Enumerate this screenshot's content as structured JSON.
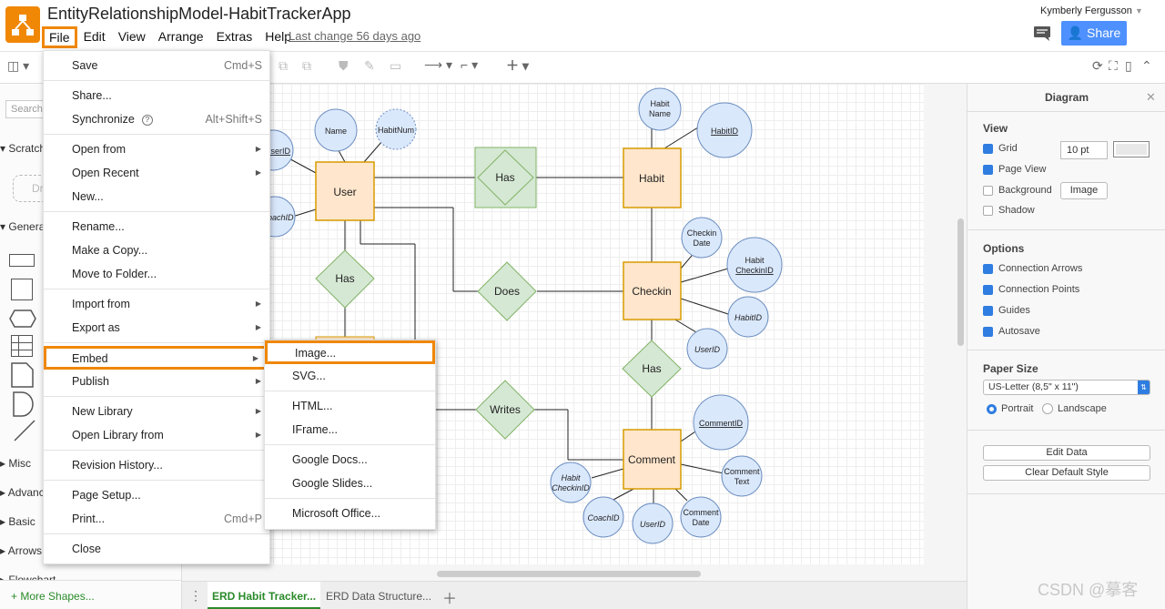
{
  "app": {
    "title": "EntityRelationshipModel-HabitTrackerApp",
    "last_change": "Last change 56 days ago",
    "user": "Kymberly Fergusson",
    "share": "Share"
  },
  "menubar": [
    "File",
    "Edit",
    "View",
    "Arrange",
    "Extras",
    "Help"
  ],
  "file_menu": [
    {
      "label": "Save",
      "shortcut": "Cmd+S"
    },
    {
      "sep": true
    },
    {
      "label": "Share..."
    },
    {
      "label": "Synchronize",
      "shortcut": "Alt+Shift+S",
      "help": "?"
    },
    {
      "sep": true
    },
    {
      "label": "Open from",
      "sub": true
    },
    {
      "label": "Open Recent",
      "sub": true
    },
    {
      "label": "New..."
    },
    {
      "sep": true
    },
    {
      "label": "Rename..."
    },
    {
      "label": "Make a Copy..."
    },
    {
      "label": "Move to Folder..."
    },
    {
      "sep": true
    },
    {
      "label": "Import from",
      "sub": true
    },
    {
      "label": "Export as",
      "sub": true
    },
    {
      "sep": true
    },
    {
      "label": "Embed",
      "sub": true,
      "active": true
    },
    {
      "label": "Publish",
      "sub": true
    },
    {
      "sep": true
    },
    {
      "label": "New Library",
      "sub": true
    },
    {
      "label": "Open Library from",
      "sub": true
    },
    {
      "sep": true
    },
    {
      "label": "Revision History..."
    },
    {
      "sep": true
    },
    {
      "label": "Page Setup..."
    },
    {
      "label": "Print...",
      "shortcut": "Cmd+P"
    },
    {
      "sep": true
    },
    {
      "label": "Close"
    }
  ],
  "embed_menu": [
    {
      "label": "Image...",
      "active": true
    },
    {
      "label": "SVG..."
    },
    {
      "sep": true
    },
    {
      "label": "HTML..."
    },
    {
      "label": "IFrame..."
    },
    {
      "sep": true
    },
    {
      "label": "Google Docs..."
    },
    {
      "label": "Google Slides..."
    },
    {
      "sep": true
    },
    {
      "label": "Microsoft Office..."
    }
  ],
  "sidebar": {
    "search_placeholder": "Search",
    "sections": [
      "Scratch",
      "General",
      "Misc",
      "Advanced",
      "Basic",
      "Arrows",
      "Flowchart"
    ],
    "more_shapes": "+ More Shapes...",
    "draft_button": "Drag"
  },
  "tabs": [
    "ERD Habit Tracker...",
    "ERD Data Structure..."
  ],
  "right_panel": {
    "title": "Diagram",
    "view": {
      "heading": "View",
      "grid": {
        "label": "Grid",
        "checked": true,
        "size": "10 pt"
      },
      "page_view": {
        "label": "Page View",
        "checked": true
      },
      "background": {
        "label": "Background",
        "checked": false,
        "button": "Image"
      },
      "shadow": {
        "label": "Shadow",
        "checked": false
      }
    },
    "options": {
      "heading": "Options",
      "items": [
        {
          "label": "Connection Arrows",
          "checked": true
        },
        {
          "label": "Connection Points",
          "checked": true
        },
        {
          "label": "Guides",
          "checked": true
        },
        {
          "label": "Autosave",
          "checked": true
        }
      ]
    },
    "paper": {
      "heading": "Paper Size",
      "size": "US-Letter (8,5\" x 11\")",
      "portrait": "Portrait",
      "landscape": "Landscape",
      "orientation": "Portrait"
    },
    "buttons": [
      "Edit Data",
      "Clear Default Style"
    ]
  },
  "diagram": {
    "entities": [
      "User",
      "Habit",
      "Checkin",
      "Comment"
    ],
    "relationships": [
      "Has",
      "Does",
      "Has",
      "Has",
      "Writes"
    ],
    "attributes": [
      "Name",
      "HabitNum",
      "UserID",
      "CoachID",
      "Habit Name",
      "HabitID",
      "Checkin Date",
      "Habit CheckinID",
      "HabitID",
      "UserID",
      "CommentID",
      "Comment Text",
      "Comment Date",
      "UserID",
      "CoachID",
      "Habit CheckinID"
    ]
  },
  "watermark": "CSDN @摹客",
  "colors": {
    "accent": "#f08705",
    "share": "#4d90fe",
    "entity_fill": "#ffe6cc",
    "entity_stroke": "#d79b00",
    "rel_fill": "#d5e8d4",
    "rel_stroke": "#82b366",
    "attr_fill": "#dae8fc",
    "attr_stroke": "#6c8ebf"
  }
}
